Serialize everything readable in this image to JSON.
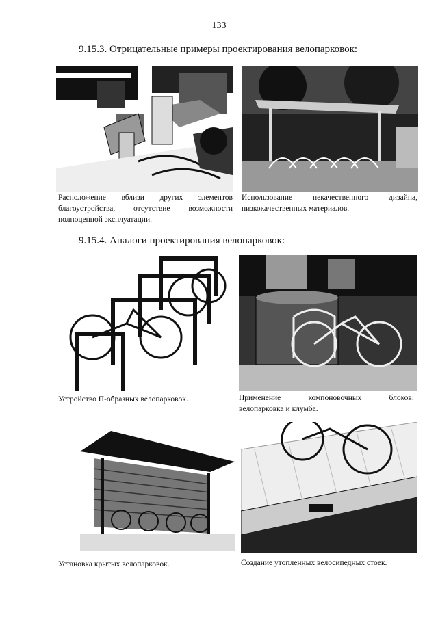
{
  "page_number": "133",
  "section_negative": {
    "heading": "9.15.3. Отрицательные примеры проектирования велопарковок:",
    "items": [
      {
        "caption_line1": "Расположение вблизи других элементов",
        "caption_line2": "благоустройства, отсутствие возможности",
        "caption_line3": "полноценной эксплуатации."
      },
      {
        "caption_line1": "Использование некачественного дизайна,",
        "caption_line2": "низкокачественных материалов."
      }
    ]
  },
  "section_analogs": {
    "heading": "9.15.4. Аналоги проектирования велопарковок:",
    "items": [
      {
        "caption_line1": "Устройство П-образных велопарковок."
      },
      {
        "caption_line1": "Применение компоновочных блоков:",
        "caption_line2": "велопарковка и клумба."
      },
      {
        "caption_line1": "Установка крытых велопарковок."
      },
      {
        "caption_line1": "Создание утопленных велосипедных стоек."
      }
    ]
  }
}
